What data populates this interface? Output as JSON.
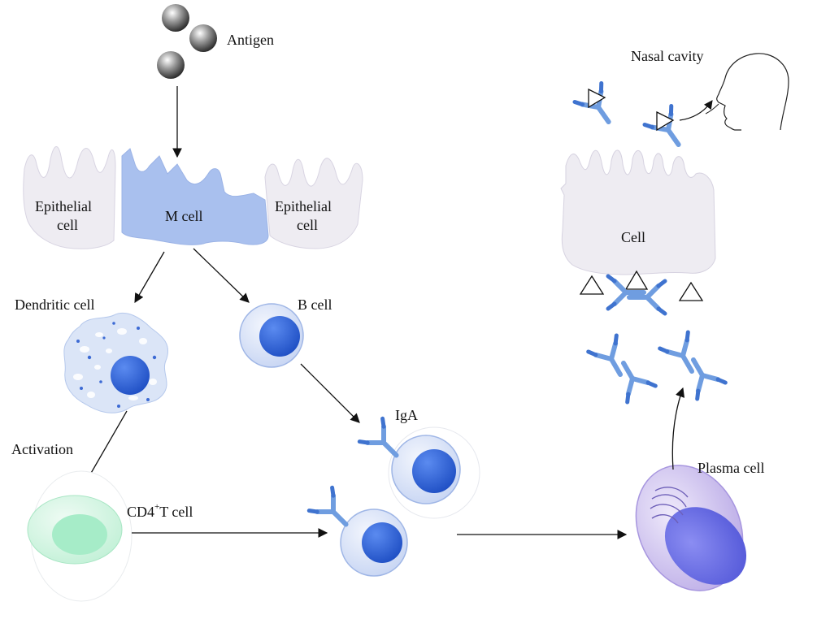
{
  "labels": {
    "antigen": "Antigen",
    "m_cell": "M cell",
    "epithelial_left_1": "Epithelial",
    "epithelial_left_2": "cell",
    "epithelial_right_1": "Epithelial",
    "epithelial_right_2": "cell",
    "dendritic_cell": "Dendritic cell",
    "b_cell": "B cell",
    "activation": "Activation",
    "cd4_prefix": "CD4",
    "cd4_sup": "+",
    "cd4_suffix": "T cell",
    "iga": "IgA",
    "plasma_cell": "Plasma cell",
    "nasal_cavity": "Nasal cavity",
    "cell": "Cell"
  },
  "colors": {
    "m_cell": "#a9c0ee",
    "epithelial": "#eeecf2",
    "b_cell_nucleus": "#2f63d6",
    "b_cell_body": "#dbe3f6",
    "t_cell": "#d6f5e4",
    "plasma": "#cfc3ee",
    "antibody": "#6f9de0",
    "arrow": "#111111"
  }
}
